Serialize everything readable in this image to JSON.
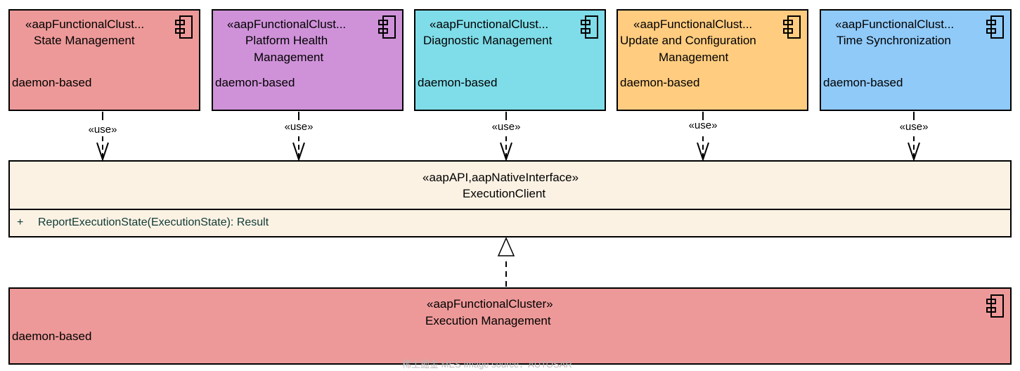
{
  "clusters": [
    {
      "stereotype": "«aapFunctionalClust...",
      "name_line1": "State Management",
      "name_line2": "",
      "note": "daemon-based",
      "color": "#ee9999",
      "use_label": "«use»"
    },
    {
      "stereotype": "«aapFunctionalClust...",
      "name_line1": "Platform Health",
      "name_line2": "Management",
      "note": "daemon-based",
      "color": "#cf92d9",
      "use_label": "«use»"
    },
    {
      "stereotype": "«aapFunctionalClust...",
      "name_line1": "Diagnostic Management",
      "name_line2": "",
      "note": "daemon-based",
      "color": "#7fdde9",
      "use_label": "«use»"
    },
    {
      "stereotype": "«aapFunctionalClust...",
      "name_line1": "Update and Configuration",
      "name_line2": "Management",
      "note": "daemon-based",
      "color": "#ffcc80",
      "use_label": "«use»"
    },
    {
      "stereotype": "«aapFunctionalClust...",
      "name_line1": "Time Synchronization",
      "name_line2": "",
      "note": "daemon-based",
      "color": "#90caf9",
      "use_label": "«use»"
    }
  ],
  "interface": {
    "stereotype": "«aapAPI,aapNativeInterface»",
    "name": "ExecutionClient",
    "operation_visibility": "+",
    "operation": "ReportExecutionState(ExecutionState): Result",
    "color": "#fcf2e4"
  },
  "execution_management": {
    "stereotype": "«aapFunctionalCluster»",
    "name": "Execution Management",
    "note": "daemon-based",
    "color": "#ee9999"
  },
  "watermark": "稀土掘金 MES  Image source：AUTOSAR"
}
